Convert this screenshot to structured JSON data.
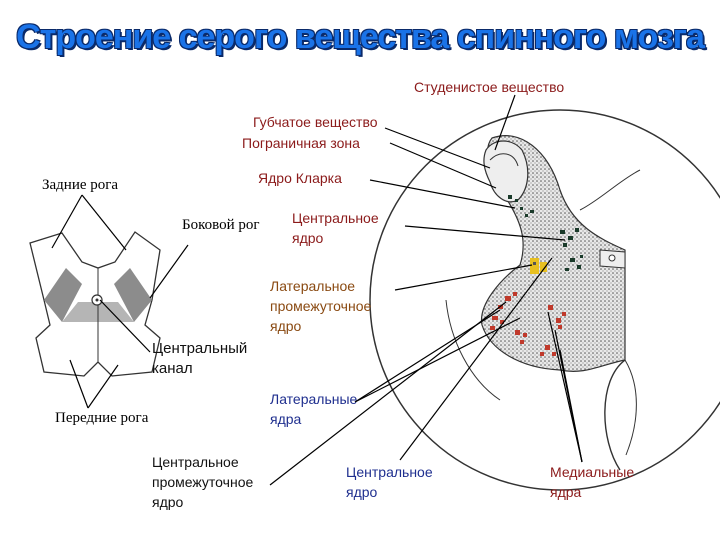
{
  "title": "Строение серого вещества спинного мозга",
  "labels": {
    "studenistoe": "Студенистое вещество",
    "gubchatoe": "Губчатое вещество",
    "pogranichnaya": "Пограничная зона",
    "yadro_klarka": "Ядро Кларка",
    "centralnoe_yadro_1": "Центральное",
    "centralnoe_yadro_2": "ядро",
    "lateralnoe_1": "Латеральное",
    "lateralnoe_2": "промежуточное",
    "lateralnoe_3": "ядро",
    "lateralnye_1": "Латеральные",
    "lateralnye_2": "ядра",
    "centr_promezh_1": "Центральное",
    "centr_promezh_2": "промежуточное",
    "centr_promezh_3": "ядро",
    "centralnoe_nizh_1": "Центральное",
    "centralnoe_nizh_2": "ядро",
    "medialnye_1": "Медиальные",
    "medialnye_2": "ядра",
    "zadnie_roga": "Задние рога",
    "bokovoy_rog": "Боковой рог",
    "centralny_kanal_1": "Центральный",
    "centralny_kanal_2": "канал",
    "perednie_roga": "Передние рога"
  },
  "colors": {
    "title": "#1a73e8",
    "title_outline": "#0a2a6a",
    "nucleus_red": "#c0392b",
    "nucleus_dark": "#1a3a2a",
    "nucleus_yellow": "#e8c020",
    "grey_matter": "#9a9a9a"
  }
}
